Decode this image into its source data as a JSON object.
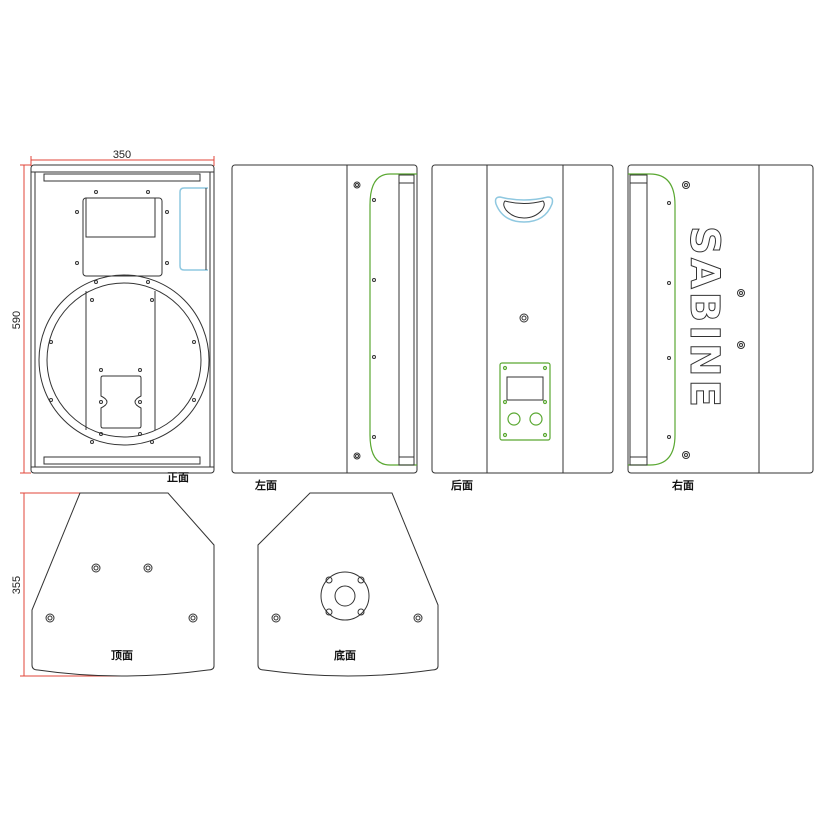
{
  "dimensions": {
    "width": "350",
    "height": "590",
    "depth": "355"
  },
  "views": {
    "front": "正面",
    "left": "左面",
    "rear": "后面",
    "right": "右面",
    "top": "顶面",
    "bottom": "底面"
  },
  "brand": "SABINE",
  "colors": {
    "outline": "#333333",
    "dimension": "#e0463a",
    "handle_green": "#5aa832",
    "handle_cyan": "#8fc8e0"
  }
}
